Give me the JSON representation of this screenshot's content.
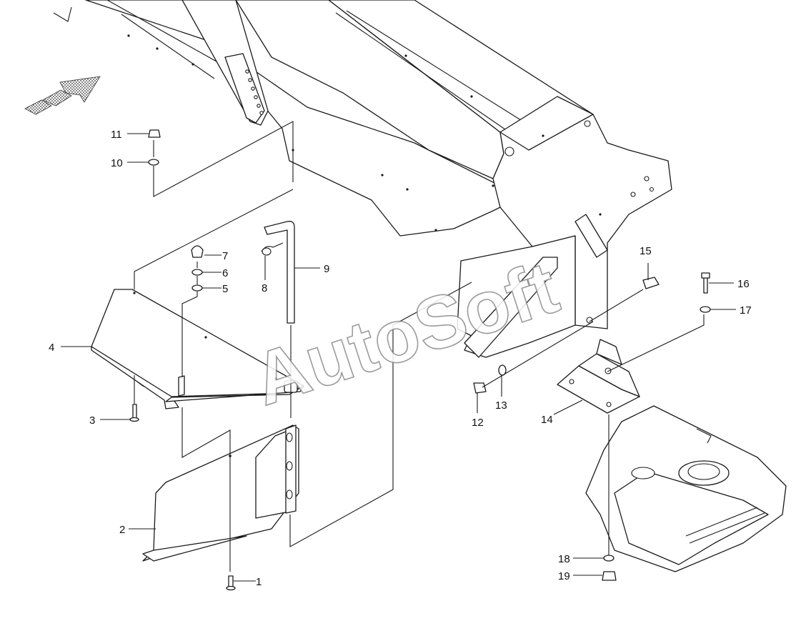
{
  "watermark": "AutoSoft",
  "callouts": {
    "c1": "1",
    "c2": "2",
    "c3": "3",
    "c4": "4",
    "c5": "5",
    "c6": "6",
    "c7": "7",
    "c8": "8",
    "c9": "9",
    "c10": "10",
    "c11": "11",
    "c12": "12",
    "c13": "13",
    "c14": "14",
    "c15": "15",
    "c16": "16",
    "c17": "17",
    "c18": "18",
    "c19": "19"
  },
  "icons": {
    "direction": "direction-arrow-icon"
  }
}
